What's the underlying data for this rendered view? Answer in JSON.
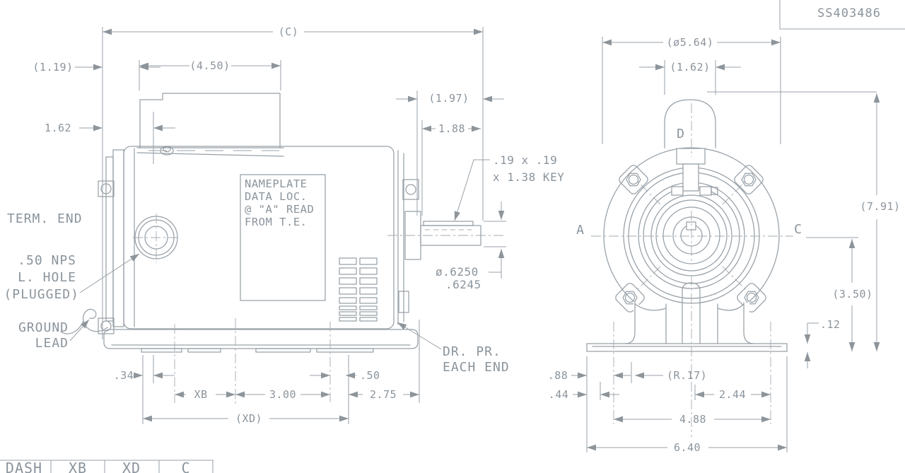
{
  "drawing": {
    "line_color": "#97a0a7",
    "text_color": "#8b949c",
    "background": "#ffffff"
  },
  "title_block": {
    "part_number": "SS403486"
  },
  "side_view": {
    "dims": {
      "c": "(C)",
      "box_width": "(4.50)",
      "overhang": "(1.19)",
      "term_to_box": "1.62",
      "shaft_ext_total": "(1.97)",
      "shaft_ext": "1.88",
      "foot_offset": ".34",
      "xb": "XB",
      "bolt_span": "3.00",
      "half": ".50",
      "shaft_foot": "2.75",
      "xd": "(XD)"
    },
    "notes": {
      "term_end": "TERM. END",
      "nps1": ".50 NPS",
      "nps2": "L. HOLE",
      "nps3": "(PLUGGED)",
      "ground1": "GROUND",
      "ground2": "LEAD",
      "nameplate1": "NAMEPLATE",
      "nameplate2": "DATA LOC.",
      "nameplate3": "@ \"A\" READ",
      "nameplate4": "FROM T.E.",
      "key1": ".19 x .19",
      "key2": "x 1.38 KEY",
      "shaft_dia1": "ø.6250",
      "shaft_dia2": ".6245",
      "drain1": "DR. PR.",
      "drain2": "EACH END"
    }
  },
  "end_view": {
    "dims": {
      "od": "(ø5.64)",
      "cap_width": "(1.62)",
      "height": "(7.91)",
      "shaft_height": "(3.50)",
      "base_thickness": ".12",
      "foot_edge": ".88",
      "slot_edge": ".44",
      "slot_radius": "(R.17)",
      "half_span": "2.44",
      "bolt_span": "4.88",
      "base_width": "6.40"
    },
    "labels": {
      "a": "A",
      "c": "C",
      "d": "D"
    }
  },
  "table": {
    "headers": [
      "DASH",
      "XB",
      "XD",
      "C"
    ]
  }
}
